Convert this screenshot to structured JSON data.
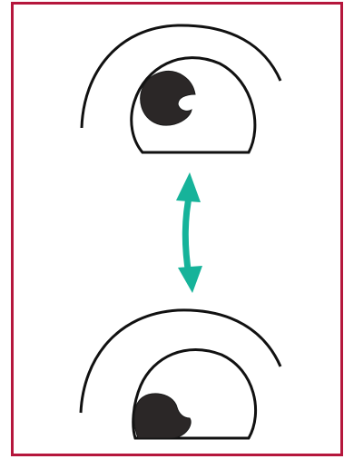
{
  "colors": {
    "frame_border": "#b5163c",
    "outline": "#111111",
    "pupil": "#2b2727",
    "arrow": "#16b39a",
    "background": "#ffffff"
  },
  "figure": {
    "top_eye": {
      "gaze": "up",
      "icon": "eye-looking-up-icon"
    },
    "bottom_eye": {
      "gaze": "down",
      "icon": "eye-looking-down-icon"
    },
    "connector": {
      "icon": "double-headed-arrow-icon",
      "direction": "vertical"
    }
  }
}
